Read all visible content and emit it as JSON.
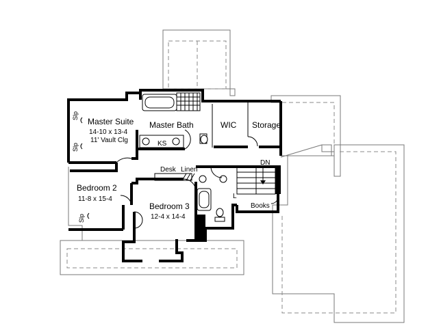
{
  "rooms": {
    "master_suite": {
      "name": "Master Suite",
      "dims": "14-10 x 13-4",
      "note": "11' Vault Clg"
    },
    "master_bath": {
      "name": "Master Bath"
    },
    "wic": {
      "name": "WIC"
    },
    "storage": {
      "name": "Storage"
    },
    "ks": {
      "name": "KS"
    },
    "desk": {
      "name": "Desk"
    },
    "linen": {
      "name": "Linen"
    },
    "dn": {
      "name": "DN"
    },
    "books": {
      "name": "Books"
    },
    "bedroom2": {
      "name": "Bedroom 2",
      "dims": "11-8 x 15-4"
    },
    "bedroom3": {
      "name": "Bedroom 3",
      "dims": "12-4 x 14-4"
    },
    "l_marker": {
      "name": "L"
    }
  },
  "slope_markers": [
    "Slp",
    "Slp",
    "Slp"
  ]
}
